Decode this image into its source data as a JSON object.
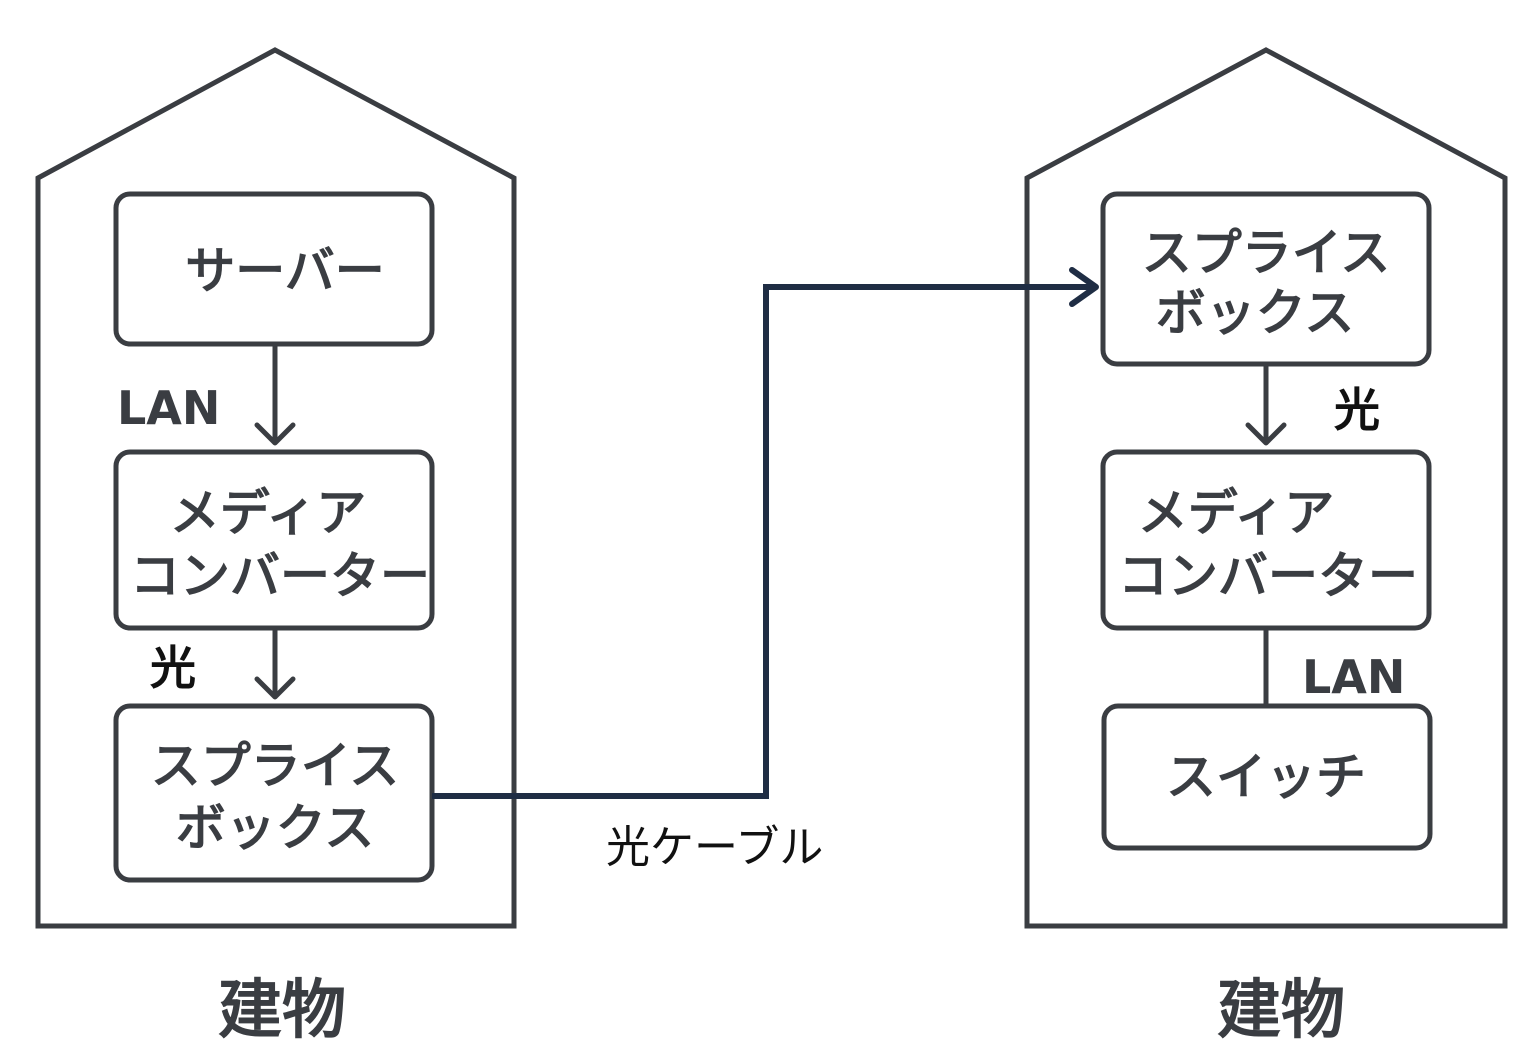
{
  "left_building": {
    "label": "建物",
    "server": "サーバー",
    "media_converter": [
      "メディア",
      "コンバーター"
    ],
    "splice_box": [
      "スプライス",
      "ボックス"
    ],
    "edge_server_to_mc": "LAN",
    "edge_mc_to_splice": "光"
  },
  "right_building": {
    "label": "建物",
    "splice_box": [
      "スプライス",
      "ボックス"
    ],
    "media_converter": [
      "メディア",
      "コンバーター"
    ],
    "switch": "スイッチ",
    "edge_splice_to_mc": "光",
    "edge_mc_to_switch": "LAN"
  },
  "cable_label": "光ケーブル",
  "colors": {
    "outline": "#3a3d42",
    "cable": "#1f2d44",
    "text_dark": "#111111"
  }
}
